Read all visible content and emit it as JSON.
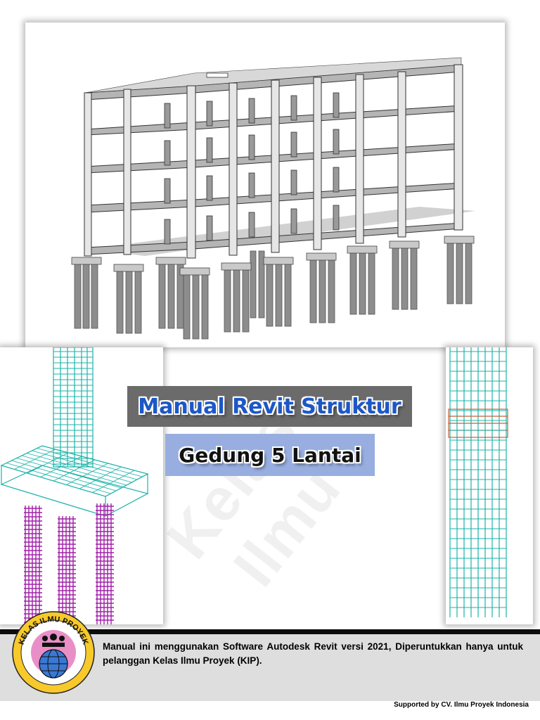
{
  "cover": {
    "title": "Manual Revit Struktur",
    "subtitle": "Gedung 5 Lantai",
    "watermark": "Kelas Ilmu"
  },
  "footer": {
    "note": "Manual ini menggunakan Software Autodesk Revit versi 2021, Diperuntukkan hanya untuk pelanggan Kelas Ilmu Proyek (KIP).",
    "supported_by": "Supported by CV. Ilmu Proyek Indonesia"
  },
  "logo": {
    "text": "KELAS ILMU PROYEK"
  },
  "images": {
    "hero": "building-structure-3d",
    "left": "pile-cap-rebar-3d",
    "right": "column-rebar-3d"
  },
  "colors": {
    "title_text": "#1c57c6",
    "title_bg": "#6b6b6b",
    "subtitle_bg": "#98aee0",
    "rebar_teal": "#1bb3a8",
    "rebar_magenta": "#a020a8",
    "footer_bg": "#dedede"
  }
}
